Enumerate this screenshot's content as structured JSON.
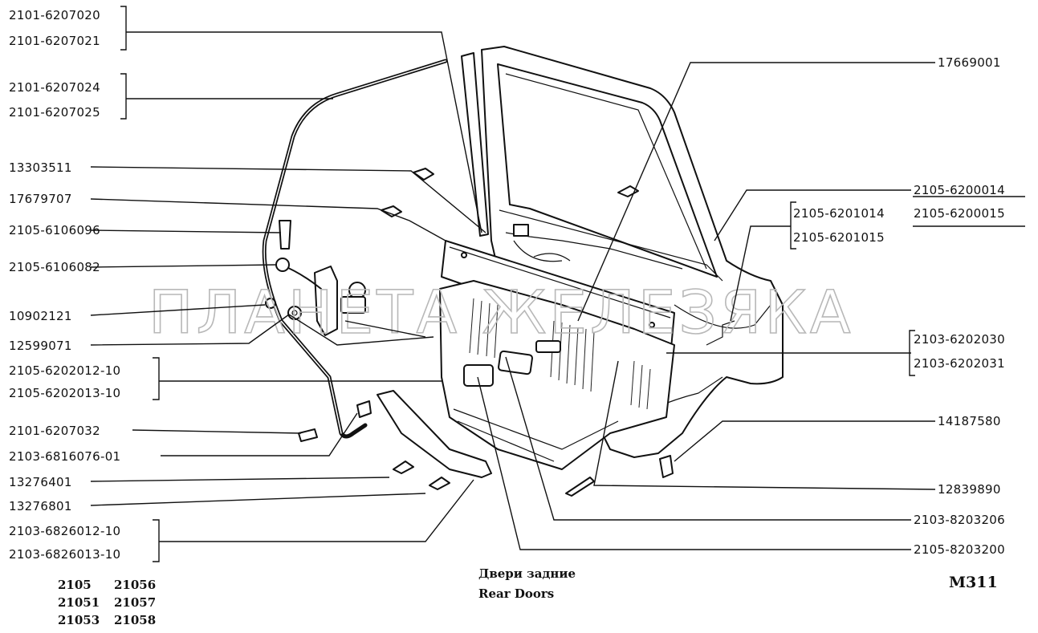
{
  "diagram": {
    "watermark": "ПЛАНЕТА ЖЕЛЕЗЯКА",
    "caption_ru": "Двери задние",
    "caption_en": "Rear Doors",
    "code": "М311",
    "models": [
      "2105",
      "21056",
      "21051",
      "21057",
      "21053",
      "21058"
    ],
    "left_labels": [
      "2101-6207020",
      "2101-6207021",
      "2101-6207024",
      "2101-6207025",
      "13303511",
      "17679707",
      "2105-6106096",
      "2105-6106082",
      "10902121",
      "12599071",
      "2105-6202012-10",
      "2105-6202013-10",
      "2101-6207032",
      "2103-6816076-01",
      "13276401",
      "13276801",
      "2103-6826012-10",
      "2103-6826013-10"
    ],
    "right_labels": [
      "17669001",
      "2105-6200014",
      "2105-6201014",
      "2105-6200015",
      "2105-6201015",
      "2103-6202030",
      "2103-6202031",
      "14187580",
      "12839890",
      "2103-8203206",
      "2105-8203200"
    ]
  }
}
